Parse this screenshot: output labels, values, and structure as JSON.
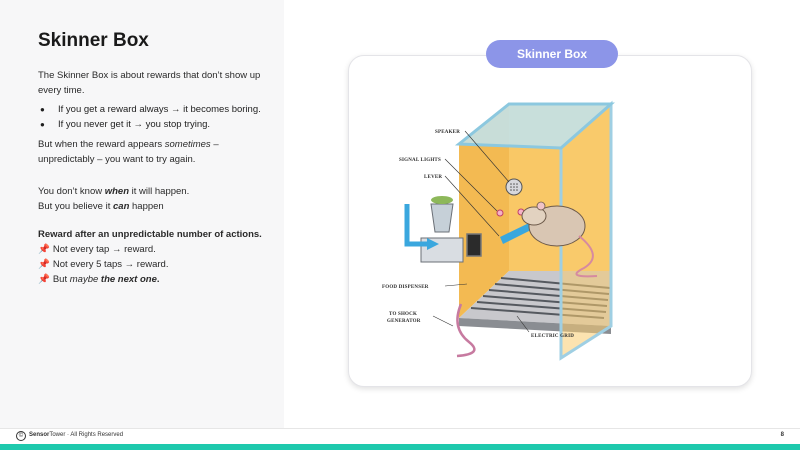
{
  "slide": {
    "title": "Skinner Box",
    "intro": "The Skinner Box is about rewards that don’t show up every time.",
    "bullets": [
      {
        "text": "If you get a reward always → it becomes boring."
      },
      {
        "text": "If you never get it → you stop trying."
      }
    ],
    "p2_a": "But when the reward appears ",
    "p2_em": "sometimes",
    "p2_b": " – unpredictably – you want to try again.",
    "p3_l1_a": "You don’t know ",
    "p3_l1_em": "when",
    "p3_l1_b": " it will happen.",
    "p3_l2_a": "But you believe it ",
    "p3_l2_em": "can",
    "p3_l2_b": " happen",
    "p4_title": "Reward after an unpredictable number of actions.",
    "pins": [
      {
        "icon": "pushpin-icon",
        "text": "Not every tap → reward."
      },
      {
        "icon": "pushpin-icon",
        "text": "Not every 5 taps → reward."
      }
    ],
    "pin3_a": "But ",
    "pin3_em": "maybe",
    "pin3_b": "the next one",
    "pin3_c": "."
  },
  "illustration": {
    "badge": "Skinner Box",
    "labels": {
      "speaker": "SPEAKER",
      "signal_lights": "SIGNAL LIGHTS",
      "lever": "LEVER",
      "food_dispenser": "FOOD DISPENSER",
      "to_shock_1": "TO SHOCK",
      "to_shock_2": "GENERATOR",
      "electric_grid": "ELECTRIC GRID"
    }
  },
  "footer": {
    "logo_glyph": "©",
    "brand_bold": "Sensor",
    "brand_rest": "Tower · All Rights Reserved",
    "page": "8"
  },
  "colors": {
    "accent_bar": "#1ec9ad",
    "pill": "#8c95e8",
    "box_wall": "#f9c866",
    "glass": "#a9d7e9"
  }
}
